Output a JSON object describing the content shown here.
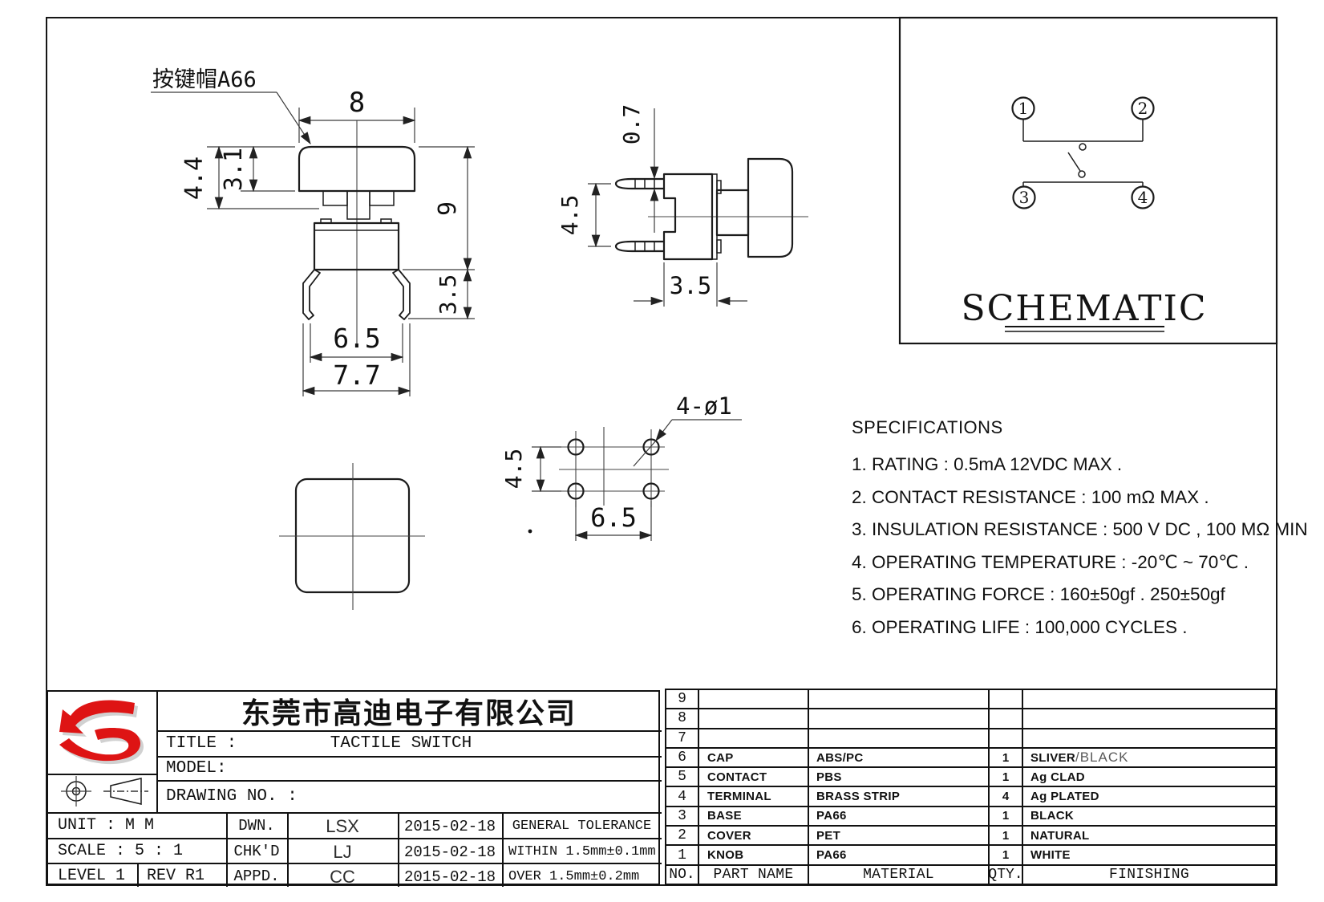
{
  "brand": {
    "logo_color": "#de1414"
  },
  "drawing": {
    "cap_label": "按键帽A66",
    "front": {
      "dim_8": "8",
      "dim_44": "4.4",
      "dim_31": "3.1",
      "dim_9": "9",
      "dim_35": "3.5",
      "dim_65": "6.5",
      "dim_77": "7.7"
    },
    "side": {
      "dim_07": "0.7",
      "dim_45": "4.5",
      "dim_35": "3.5"
    },
    "pcb": {
      "hole_label": "4-ø1",
      "dim_45": "4.5",
      "dim_65": "6.5"
    },
    "schematic": {
      "title": "SCHEMATIC",
      "pin1": "1",
      "pin2": "2",
      "pin3": "3",
      "pin4": "4"
    }
  },
  "specs": {
    "title": "SPECIFICATIONS",
    "items": [
      "1. RATING : 0.5mA 12VDC MAX .",
      "2. CONTACT RESISTANCE : 100 mΩ MAX .",
      "3. INSULATION RESISTANCE : 500 V DC , 100 MΩ MIN",
      "4. OPERATING TEMPERATURE : -20℃ ~ 70℃ .",
      "5. OPERATING FORCE : 160±50gf . 250±50gf",
      "6. OPERATING LIFE : 100,000 CYCLES ."
    ]
  },
  "title_block": {
    "company": "东莞市高迪电子有限公司",
    "title_label": "TITLE :",
    "title_value": "TACTILE SWITCH",
    "model_label": "MODEL:",
    "drawing_no_label": "DRAWING NO. :",
    "unit_row": "UNIT   :   M M",
    "scale_row": "SCALE  :  5 : 1",
    "level": "LEVEL 1",
    "rev": "REV  R1",
    "dwn_label": "DWN.",
    "dwn": "LSX",
    "dwn_date": "2015-02-18",
    "chk_label": "CHK'D",
    "chk": "LJ",
    "chk_date": "2015-02-18",
    "appd_label": "APPD.",
    "appd": "CC",
    "appd_date": "2015-02-18",
    "tol_title": "GENERAL TOLERANCE",
    "tol_within": "WITHIN 1.5mm±0.1mm",
    "tol_over": "OVER   1.5mm±0.2mm"
  },
  "parts_table": {
    "header": {
      "no": "NO.",
      "part": "PART  NAME",
      "material": "MATERIAL",
      "qty": "QTY.",
      "finishing": "FINISHING"
    },
    "rows": [
      {
        "no": "9",
        "part": "",
        "material": "",
        "qty": "",
        "fin": "",
        "fin2": ""
      },
      {
        "no": "8",
        "part": "",
        "material": "",
        "qty": "",
        "fin": "",
        "fin2": ""
      },
      {
        "no": "7",
        "part": "",
        "material": "",
        "qty": "",
        "fin": "",
        "fin2": ""
      },
      {
        "no": "6",
        "part": "CAP",
        "material": "ABS/PC",
        "qty": "1",
        "fin": "SLIVER",
        "fin2": " /BLACK"
      },
      {
        "no": "5",
        "part": "CONTACT",
        "material": "PBS",
        "qty": "1",
        "fin": "Ag CLAD",
        "fin2": ""
      },
      {
        "no": "4",
        "part": "TERMINAL",
        "material": "BRASS STRIP",
        "qty": "4",
        "fin": "Ag PLATED",
        "fin2": ""
      },
      {
        "no": "3",
        "part": "BASE",
        "material": "PA66",
        "qty": "1",
        "fin": "BLACK",
        "fin2": ""
      },
      {
        "no": "2",
        "part": "COVER",
        "material": "PET",
        "qty": "1",
        "fin": "NATURAL",
        "fin2": ""
      },
      {
        "no": "1",
        "part": "KNOB",
        "material": "PA66",
        "qty": "1",
        "fin": "WHITE",
        "fin2": ""
      }
    ]
  }
}
